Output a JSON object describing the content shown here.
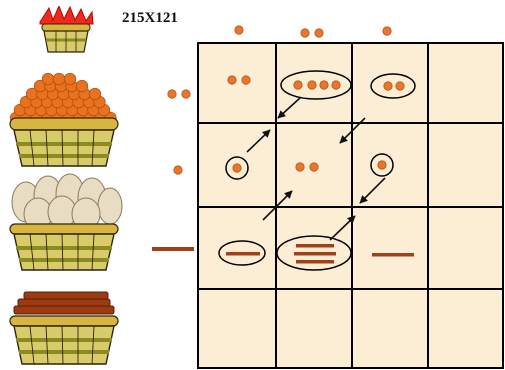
{
  "heading": {
    "expression": "215X121"
  },
  "colors": {
    "paper": "#fbeed5",
    "grid_line": "#000000",
    "dot": "#e8762e",
    "dot_edge": "#b85516",
    "stick": "#a0401a",
    "basket_weave": "#d8cc6a",
    "basket_band": "#8c8a22",
    "basket_rim": "#d6b640",
    "basket_frame": "#2c2410",
    "flower_red": "#ee2a1a",
    "orange_fruit": "#e8721e",
    "garlic": "#e8dcc2",
    "bread": "#9c3a12"
  },
  "icons": {
    "ones_basket": "red-flower-basket-icon",
    "tens_basket": "orange-basket-icon",
    "hundreds_basket": "garlic-basket-icon",
    "thousands_basket": "bread-basket-icon",
    "dot": "dot-icon",
    "stick": "stick-icon",
    "ring": "group-ring-icon",
    "arrow": "arrow-icon"
  },
  "factor_left": {
    "tens": 2,
    "ones": 1,
    "hundreds_sticks": 1
  },
  "factor_top": {
    "col1_dots": 1,
    "col2_dots": 2,
    "col3_dots": 1
  }
}
